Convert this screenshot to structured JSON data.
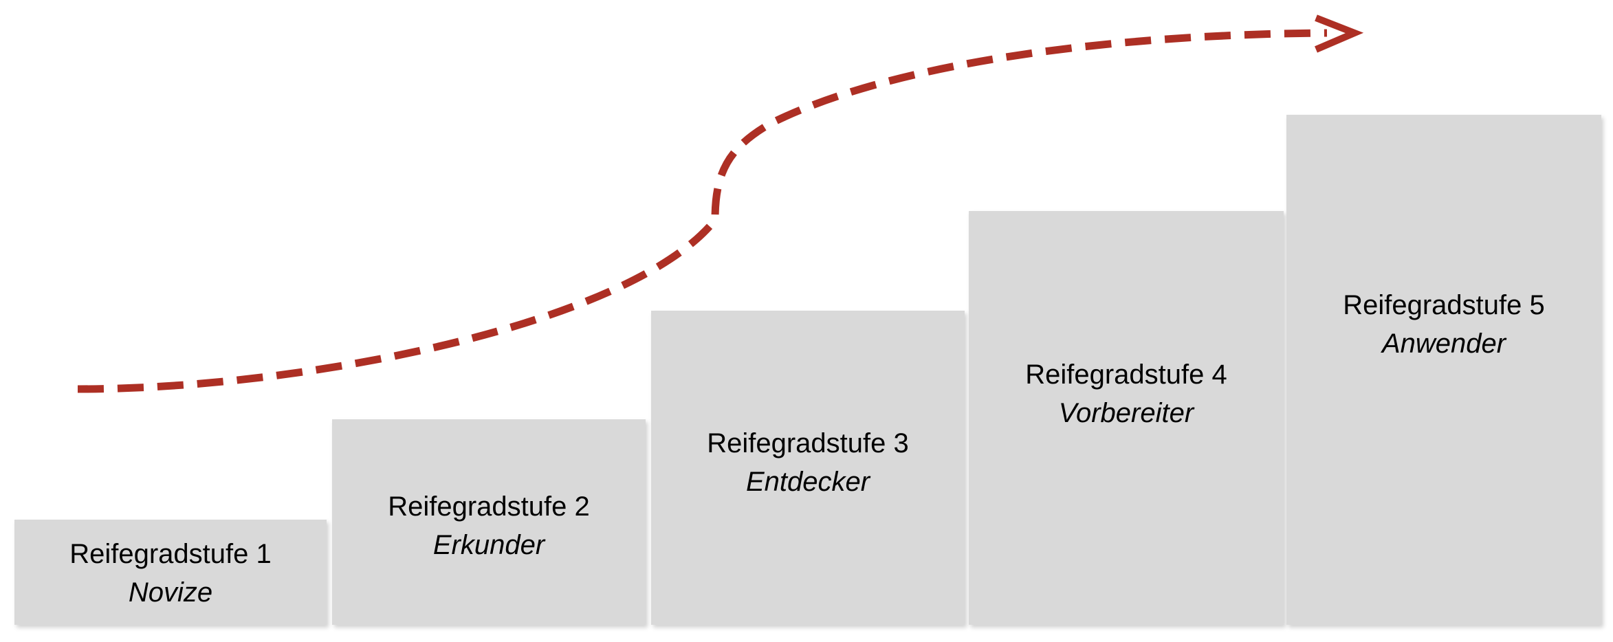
{
  "steps": [
    {
      "label": "Reifegradstufe 1",
      "name": "Novize"
    },
    {
      "label": "Reifegradstufe 2",
      "name": "Erkunder"
    },
    {
      "label": "Reifegradstufe 3",
      "name": "Entdecker"
    },
    {
      "label": "Reifegradstufe 4",
      "name": "Vorbereiter"
    },
    {
      "label": "Reifegradstufe 5",
      "name": "Anwender"
    }
  ],
  "colors": {
    "step_fill": "#d9d9d9",
    "arrow": "#ad2f24",
    "text": "#000000"
  }
}
